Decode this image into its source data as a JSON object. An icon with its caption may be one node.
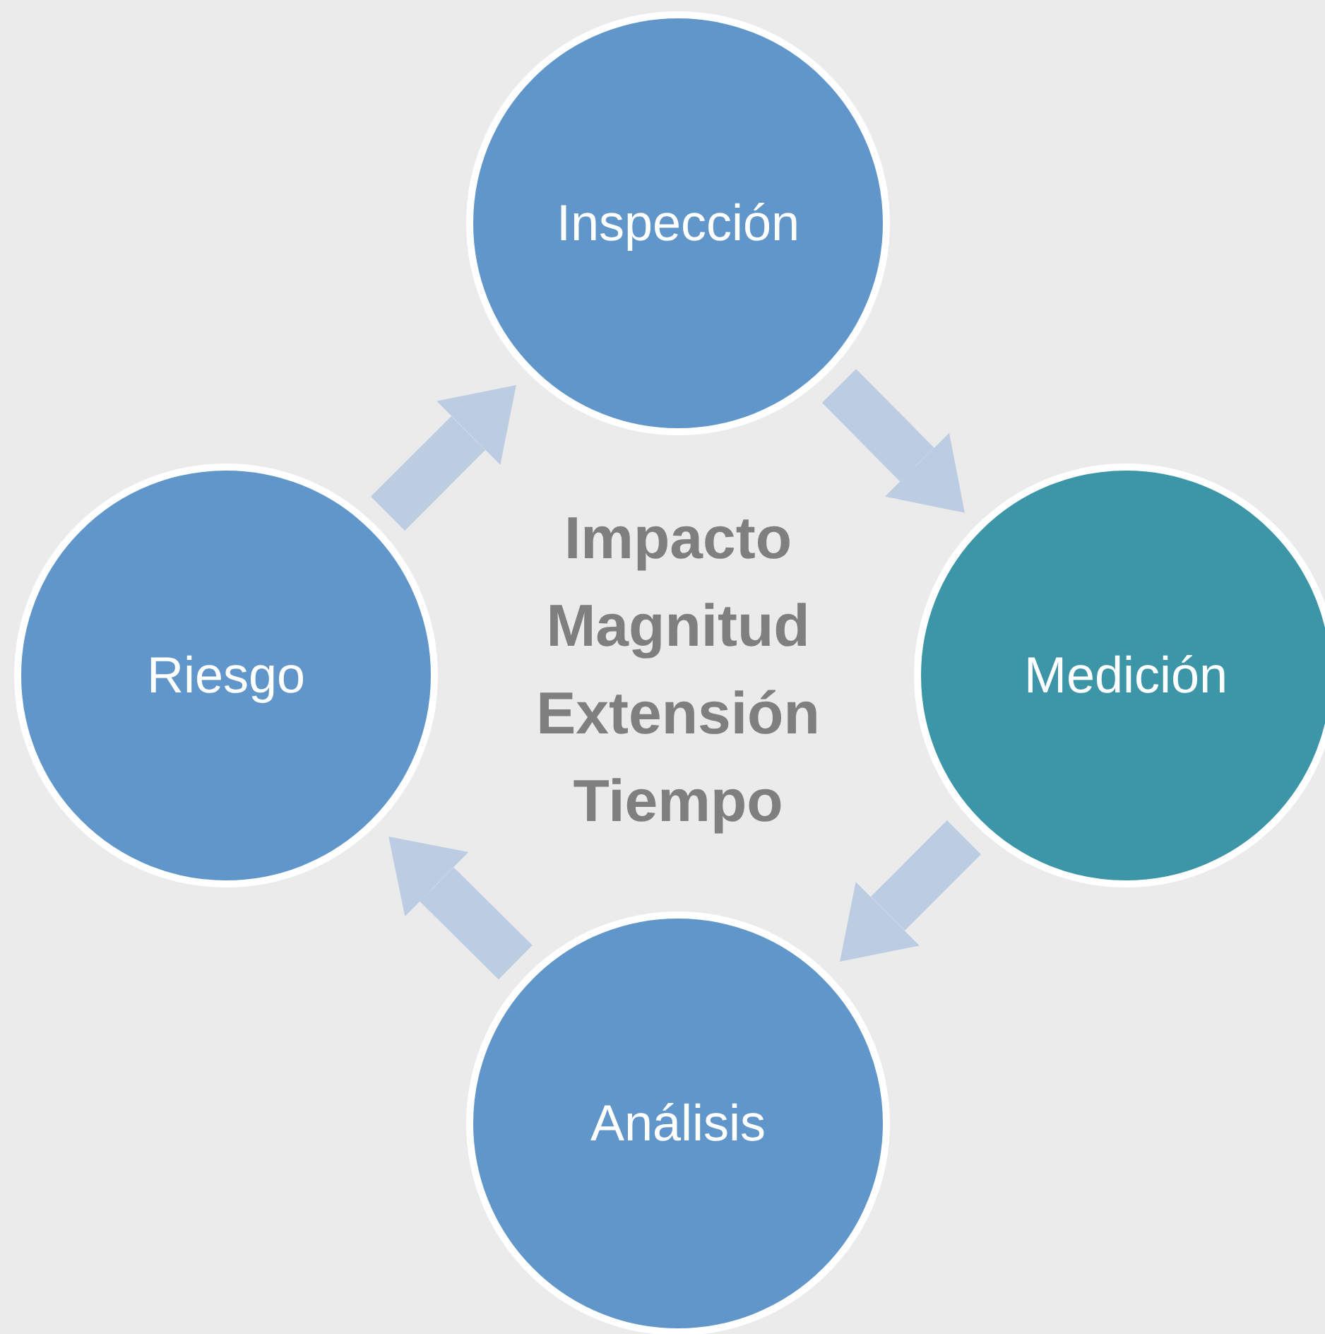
{
  "diagram": {
    "nodes": [
      {
        "text": [
          "Inspección"
        ]
      },
      {
        "text": [
          "Medición"
        ]
      },
      {
        "text": [
          "Análisis"
        ]
      },
      {
        "text": [
          "Riesgo"
        ]
      }
    ],
    "edges": [
      {
        "from": 0,
        "to": 1,
        "arrow": "to"
      },
      {
        "from": 1,
        "to": 2,
        "arrow": "to"
      },
      {
        "from": 2,
        "to": 3,
        "arrow": "to"
      },
      {
        "from": 3,
        "to": 0,
        "arrow": "to"
      }
    ],
    "labels": [
      "Impacto",
      "Magnitud",
      "Extensión",
      "Tiempo"
    ]
  }
}
